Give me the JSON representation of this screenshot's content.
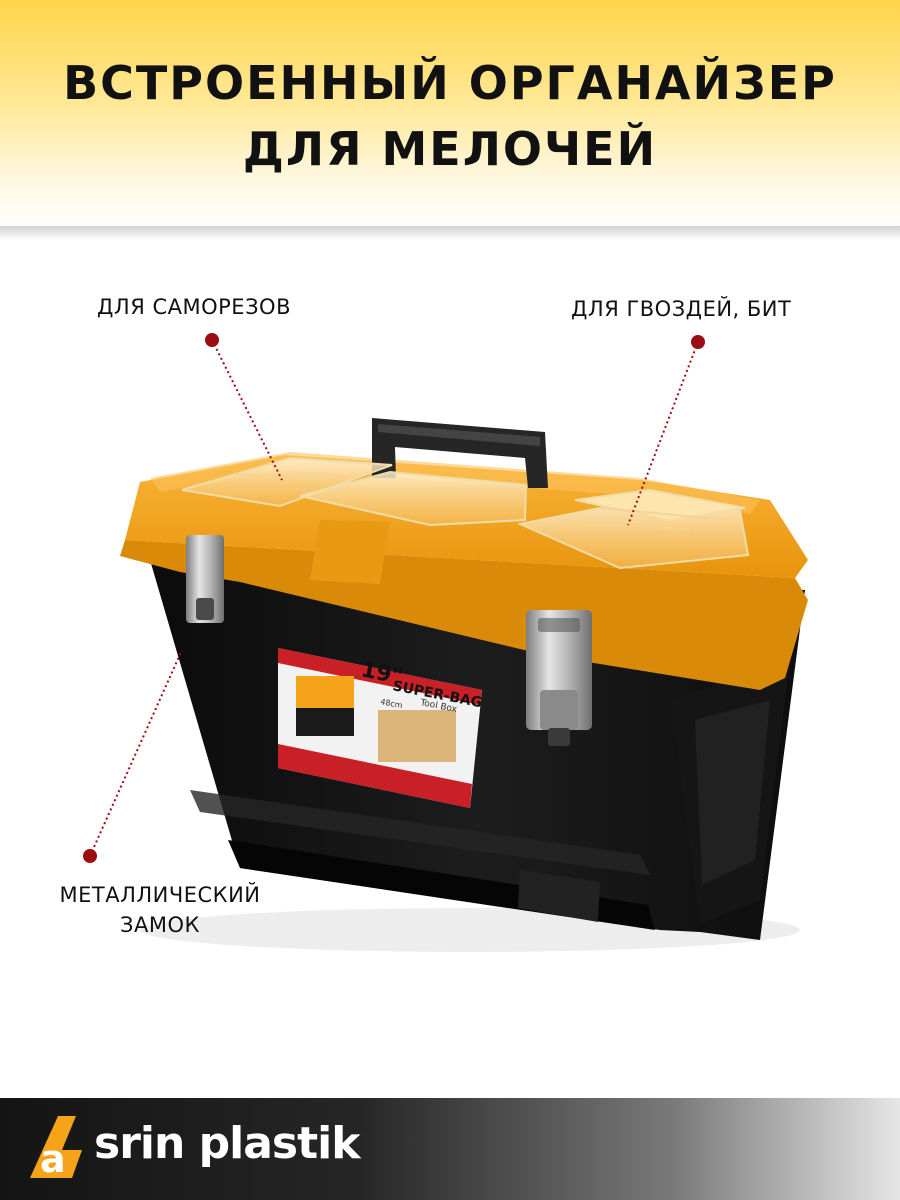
{
  "headline": {
    "line1": "ВСТРОЕННЫЙ ОРГАНАЙЗЕР",
    "line2": "ДЛЯ МЕЛОЧЕЙ"
  },
  "callouts": {
    "screws": "ДЛЯ САМОРЕЗОВ",
    "nails_bits": "ДЛЯ ГВОЗДЕЙ, БИТ",
    "lock_line1": "МЕТАЛЛИЧЕСКИЙ",
    "lock_line2": "ЗАМОК"
  },
  "product": {
    "label_size": "19\"",
    "label_brand": "SUPER-BAG",
    "label_sub": "Tool Box",
    "label_cm": "48cm"
  },
  "brand": {
    "logo_letter": "a",
    "name": "srin plastik"
  },
  "colors": {
    "accent_orange": "#f5a319",
    "dot_red": "#9b0d13",
    "header_yellow": "#ffd54a",
    "body_black": "#141414"
  },
  "icons": {
    "logo": "asrin-logo-icon",
    "callout_dot": "callout-dot-icon"
  }
}
